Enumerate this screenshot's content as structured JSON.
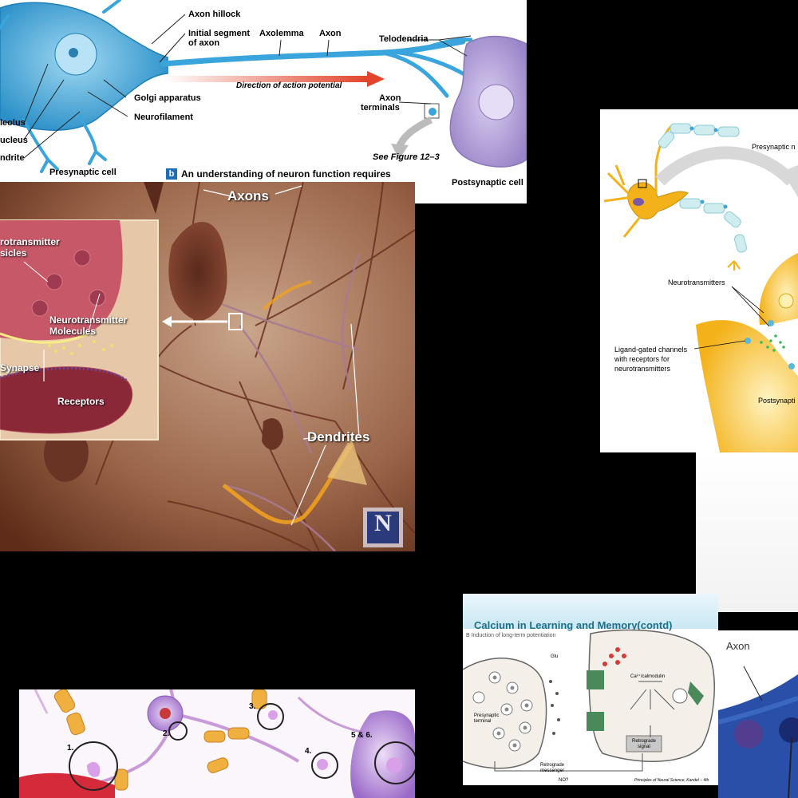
{
  "tile_neuron_anatomy": {
    "labels": {
      "axon_hillock": "Axon hillock",
      "initial_segment": "Initial segment",
      "initial_segment_2": "of axon",
      "axolemma": "Axolemma",
      "axon": "Axon",
      "telodendria": "Telodendria",
      "direction": "Direction of action potential",
      "golgi": "Golgi apparatus",
      "neurofilament": "Neurofilament",
      "nucleolus": "leolus",
      "nucleus": "ucleus",
      "dendrite": "ndrite",
      "axon_terminals": "Axon",
      "axon_terminals_2": "terminals",
      "see_figure": "See Figure 12–3",
      "presynaptic": "Presynaptic cell",
      "postsynaptic": "Postsynaptic cell",
      "caption_badge": "b",
      "caption": "An understanding of neuron function requires"
    }
  },
  "tile_neuron_3d": {
    "labels": {
      "axons": "Axons",
      "nt_vesicles_1": "rotransmitter",
      "nt_vesicles_2": "sicles",
      "nt_molecules_1": "Neurotransmitter",
      "nt_molecules_2": "Molecules",
      "synapse": "Synapse",
      "receptors": "Receptors",
      "dendrites": "Dendrites"
    },
    "logo_text": "N"
  },
  "tile_synapse_diagram": {
    "labels": {
      "presynaptic": "Presynaptic n",
      "neurotransmitters": "Neurotransmitters",
      "ligand_1": "Ligand-gated channels",
      "ligand_2": "with receptors for",
      "ligand_3": "neurotransmitters",
      "postsynaptic": "Postsynapti"
    }
  },
  "tile_calcium": {
    "title": "Calcium in Learning and Memory(contd)",
    "subtitle": "B  Induction of long-term potentiation",
    "labels": {
      "presynaptic_terminal": "Presynaptic terminal",
      "retrograde_messenger": "Retrograde messenger",
      "retrograde_signal": "Retrograde signal",
      "nos": "NO?",
      "glu": "Glu",
      "camkii": "Ca²⁺/calmodulin",
      "credit": "Principles of Neural Science, Kandel – 4th"
    }
  },
  "tile_axon_partial": {
    "label": "Axon"
  },
  "tile_steps": {
    "labels": {
      "s1": "1.",
      "s2": "2.",
      "s3": "3.",
      "s4": "4.",
      "s56": "5 & 6."
    }
  },
  "colors": {
    "neuron_blue": "#3aa5dc",
    "post_purple": "#b9a8dc",
    "arrow_red": "#e2452b",
    "brown_bg": "#7a3d24",
    "axon_orange": "#f0a020",
    "slide_title": "#1f6f8b",
    "blue_partial": "#2a4fa8"
  }
}
